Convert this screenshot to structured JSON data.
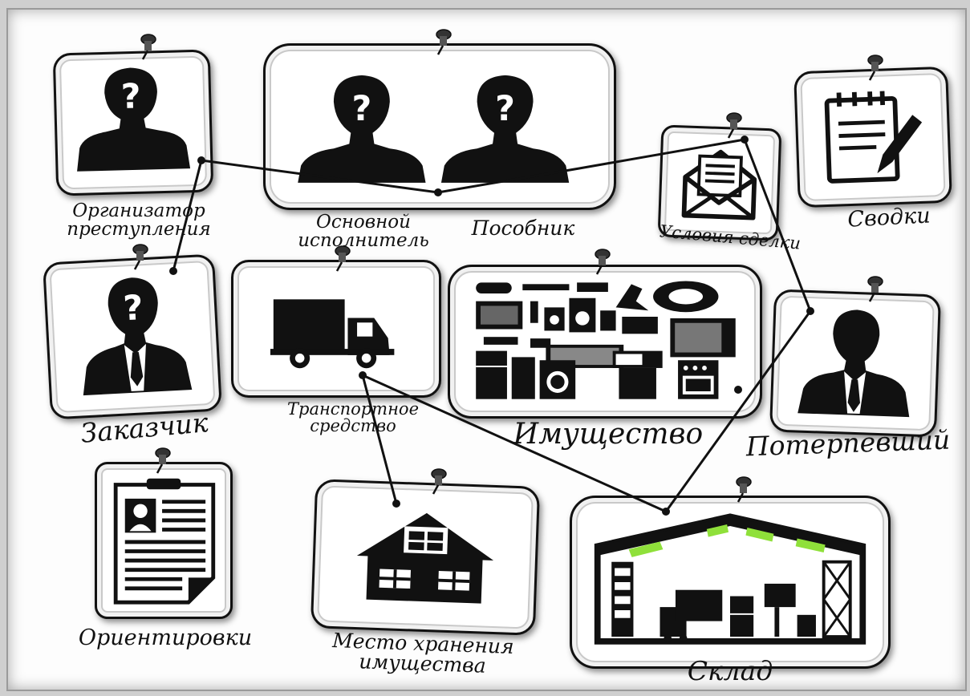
{
  "labels": {
    "organizer_l1": "Организатор",
    "organizer_l2": "преступления",
    "main_l1": "Основной",
    "main_l2": "исполнитель",
    "accomplice": "Пособник",
    "deal": "Условия сделки",
    "reports": "Сводки",
    "customer": "Заказчик",
    "vehicle_l1": "Транспортное",
    "vehicle_l2": "средство",
    "property": "Имущество",
    "victim": "Потерпевший",
    "bulletins": "Ориентировки",
    "storage_l1": "Место хранения",
    "storage_l2": "имущества",
    "warehouse": "Склад"
  },
  "icons": {
    "organizer": "unknown-person-icon",
    "main": "unknown-person-icon",
    "accomplice": "unknown-person-icon",
    "deal": "envelope-letter-icon",
    "reports": "notepad-pen-icon",
    "customer": "unknown-businessman-icon",
    "vehicle": "delivery-truck-icon",
    "property": "appliances-icon",
    "victim": "businessman-icon",
    "bulletins": "id-document-icon",
    "storage": "house-icon",
    "warehouse": "warehouse-icon"
  },
  "colors": {
    "board": "#fdfdfd",
    "ink": "#111111",
    "skylight": "#8fe03a"
  }
}
